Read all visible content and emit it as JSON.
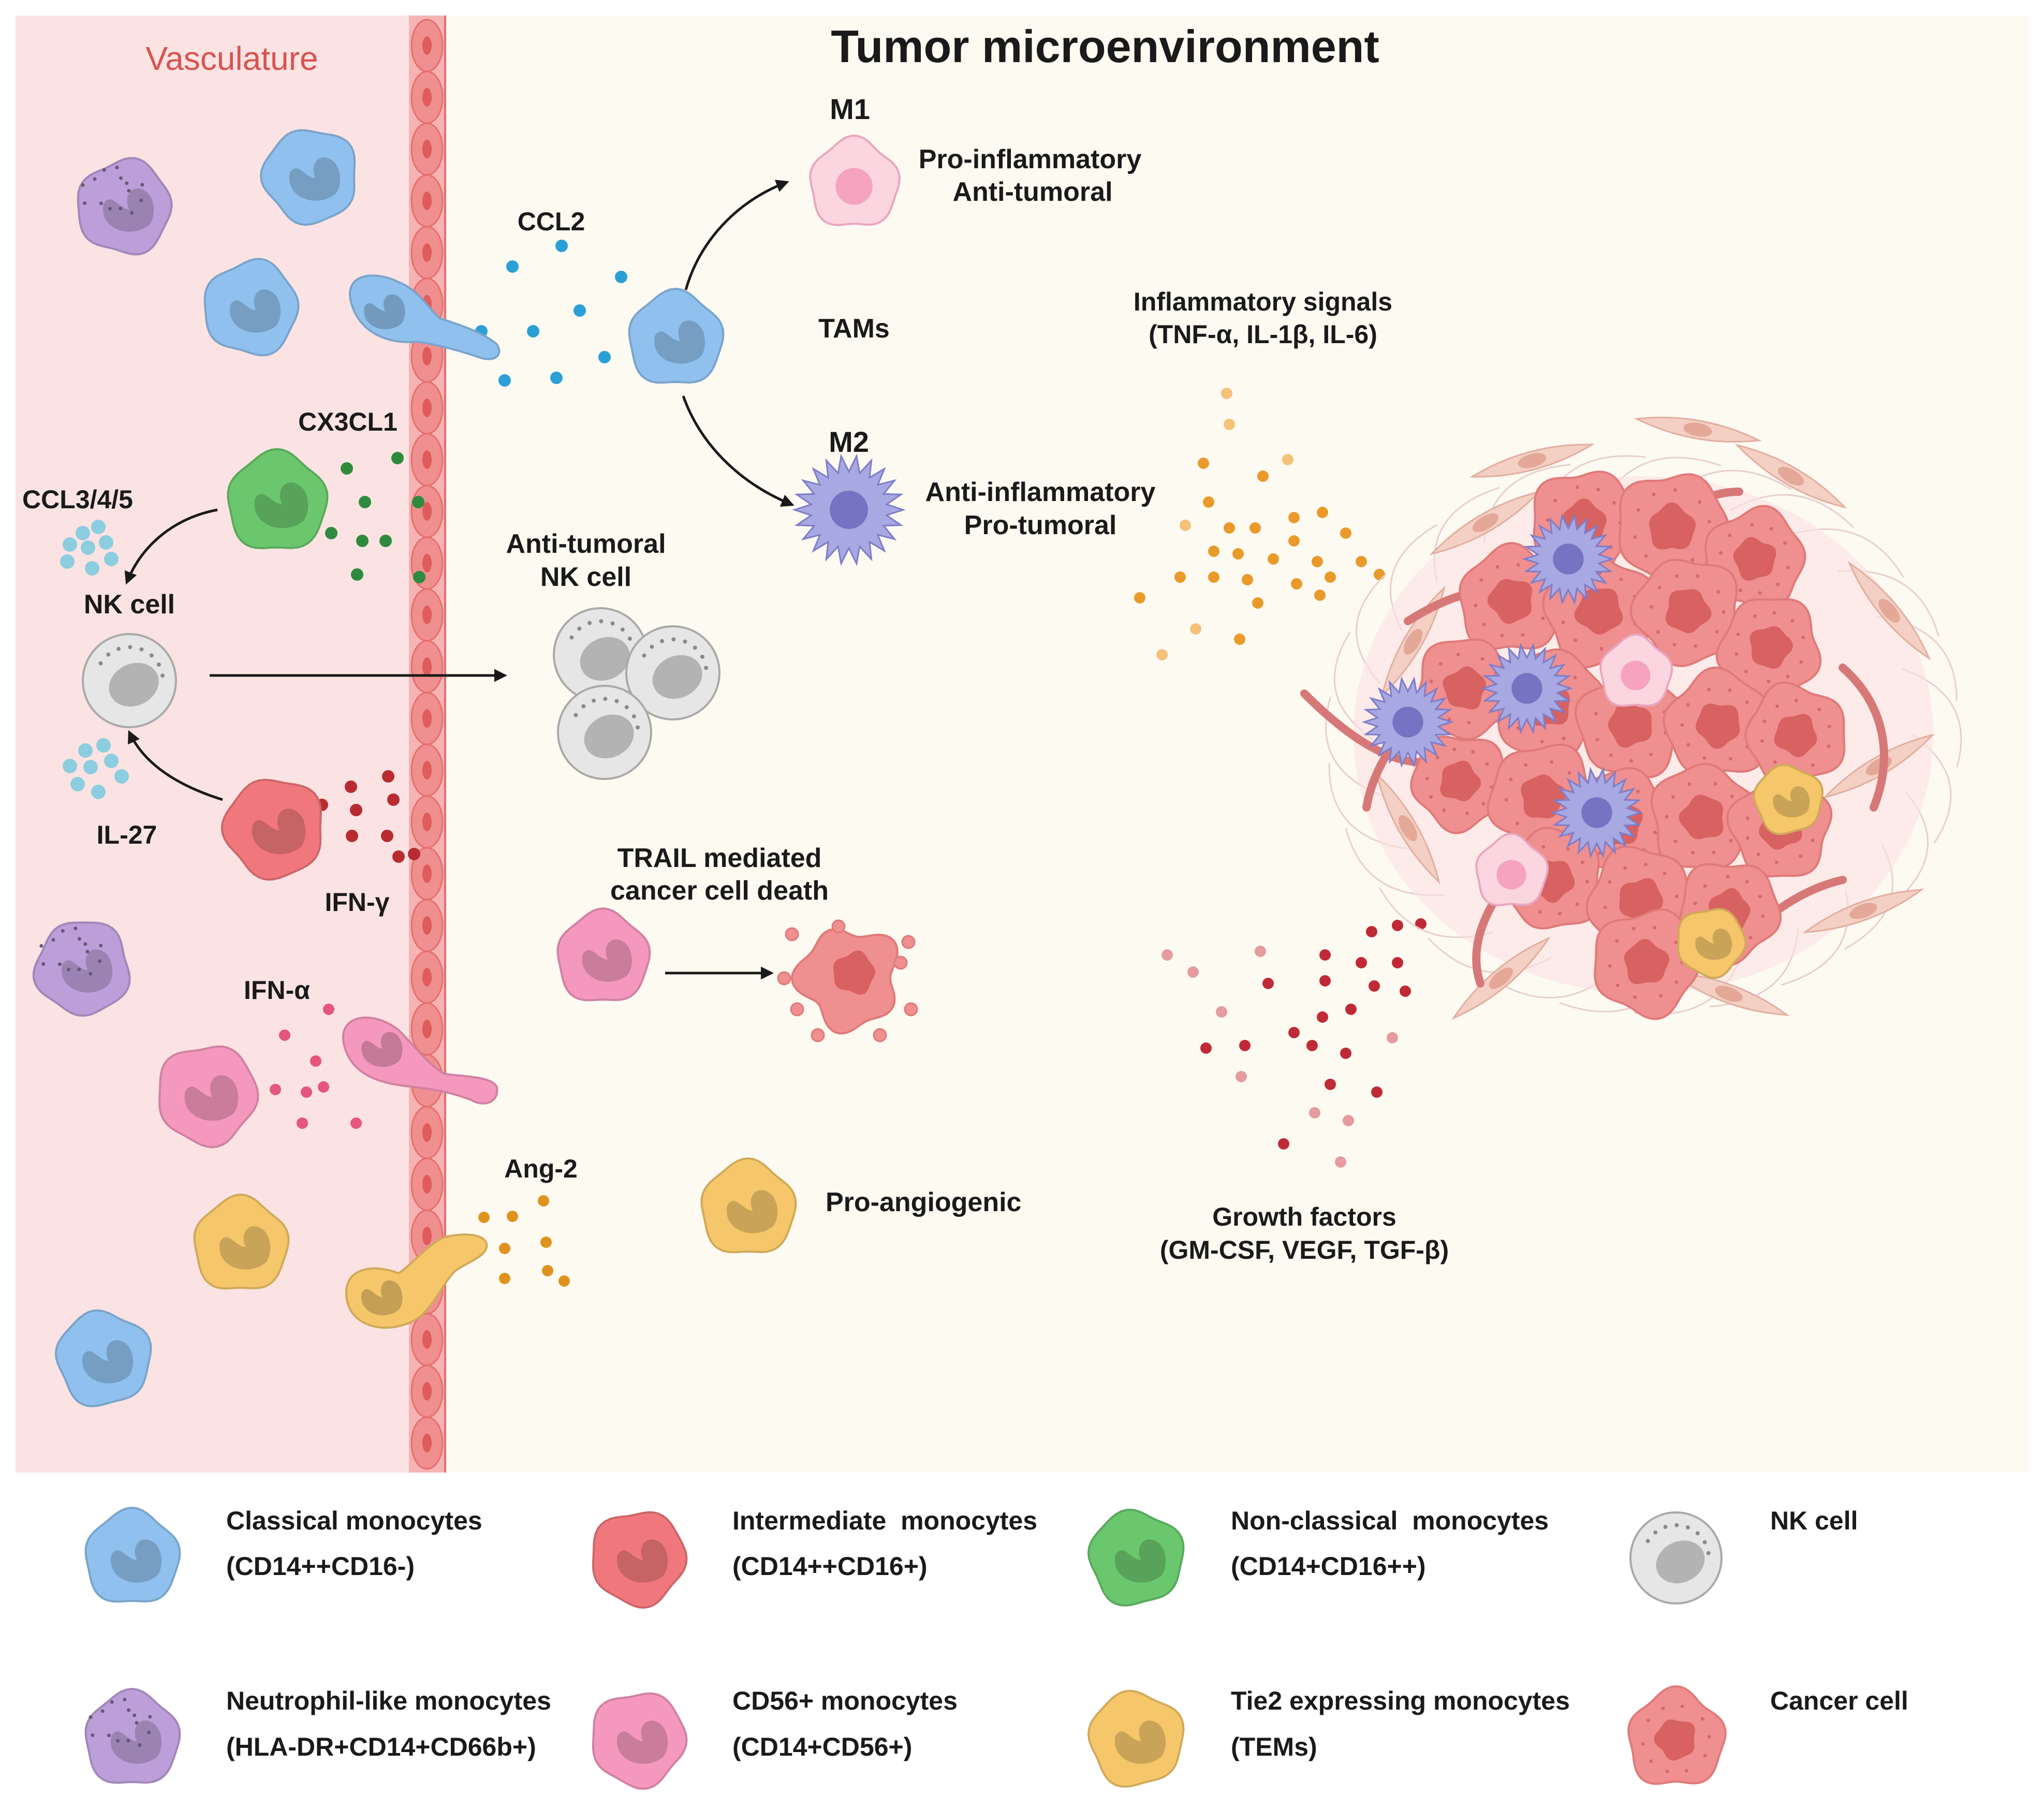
{
  "colors": {
    "vasculature_bg": "#fbe3e3",
    "tme_bg": "#fdfaf2",
    "vessel_wall": "#f08f8f",
    "classical": "#90c1ee",
    "intermediate": "#f0787c",
    "nonclassical": "#6ac76d",
    "nk": "#d3d3d3",
    "neutrophil_like": "#bc9fd9",
    "cd56": "#f598bd",
    "tie2": "#f5c76a",
    "cancer": "#ef8f8f",
    "m1": "#fbd5e0",
    "m2": "#a8a8e2",
    "ccl2_dots": "#2b9fd6",
    "cx3cl1_dots": "#2e8b3e",
    "ifng_dots": "#b82b30",
    "ifna_dots": "#e5557c",
    "ang2_dots": "#e0921e",
    "inflam_dots": "#ea9a2a",
    "growth_dots": "#c02a36"
  },
  "labels": {
    "vasculature": "Vasculature",
    "title": "Tumor microenvironment",
    "m1": "M1",
    "m1_desc1": "Pro-inflammatory",
    "m1_desc2": "Anti-tumoral",
    "ccl2": "CCL2",
    "tams": "TAMs",
    "m2": "M2",
    "m2_desc1": "Anti-inflammatory",
    "m2_desc2": "Pro-tumoral",
    "cx3cl1": "CX3CL1",
    "ccl345": "CCL3/4/5",
    "nk_cell": "NK cell",
    "anti_tumoral_nk1": "Anti-tumoral",
    "anti_tumoral_nk2": "NK cell",
    "il27": "IL-27",
    "ifng": "IFN-γ",
    "trail1": "TRAIL mediated",
    "trail2": "cancer cell death",
    "ifna": "IFN-α",
    "ang2": "Ang-2",
    "pro_angiogenic": "Pro-angiogenic",
    "inflam1": "Inflammatory signals",
    "inflam2": "(TNF-α, IL-1β, IL-6)",
    "growth1": "Growth factors",
    "growth2": "(GM-CSF, VEGF, TGF-β)"
  },
  "legend": [
    {
      "name": "Classical monocytes",
      "marker": "(CD14++CD16-)",
      "icon": "classical-monocyte-icon"
    },
    {
      "name": "Intermediate  monocytes",
      "marker": "(CD14++CD16+)",
      "icon": "intermediate-monocyte-icon"
    },
    {
      "name": "Non-classical  monocytes",
      "marker": "(CD14+CD16++)",
      "icon": "nonclassical-monocyte-icon"
    },
    {
      "name": "NK cell",
      "marker": "",
      "icon": "nk-cell-icon"
    },
    {
      "name": "Neutrophil-like monocytes",
      "marker": "(HLA-DR+CD14+CD66b+)",
      "icon": "neutrophil-like-monocyte-icon"
    },
    {
      "name": "CD56+ monocytes",
      "marker": "(CD14+CD56+)",
      "icon": "cd56-monocyte-icon"
    },
    {
      "name": "Tie2 expressing monocytes",
      "marker": "(TEMs)",
      "icon": "tie2-monocyte-icon"
    },
    {
      "name": "Cancer cell",
      "marker": "",
      "icon": "cancer-cell-icon"
    }
  ]
}
